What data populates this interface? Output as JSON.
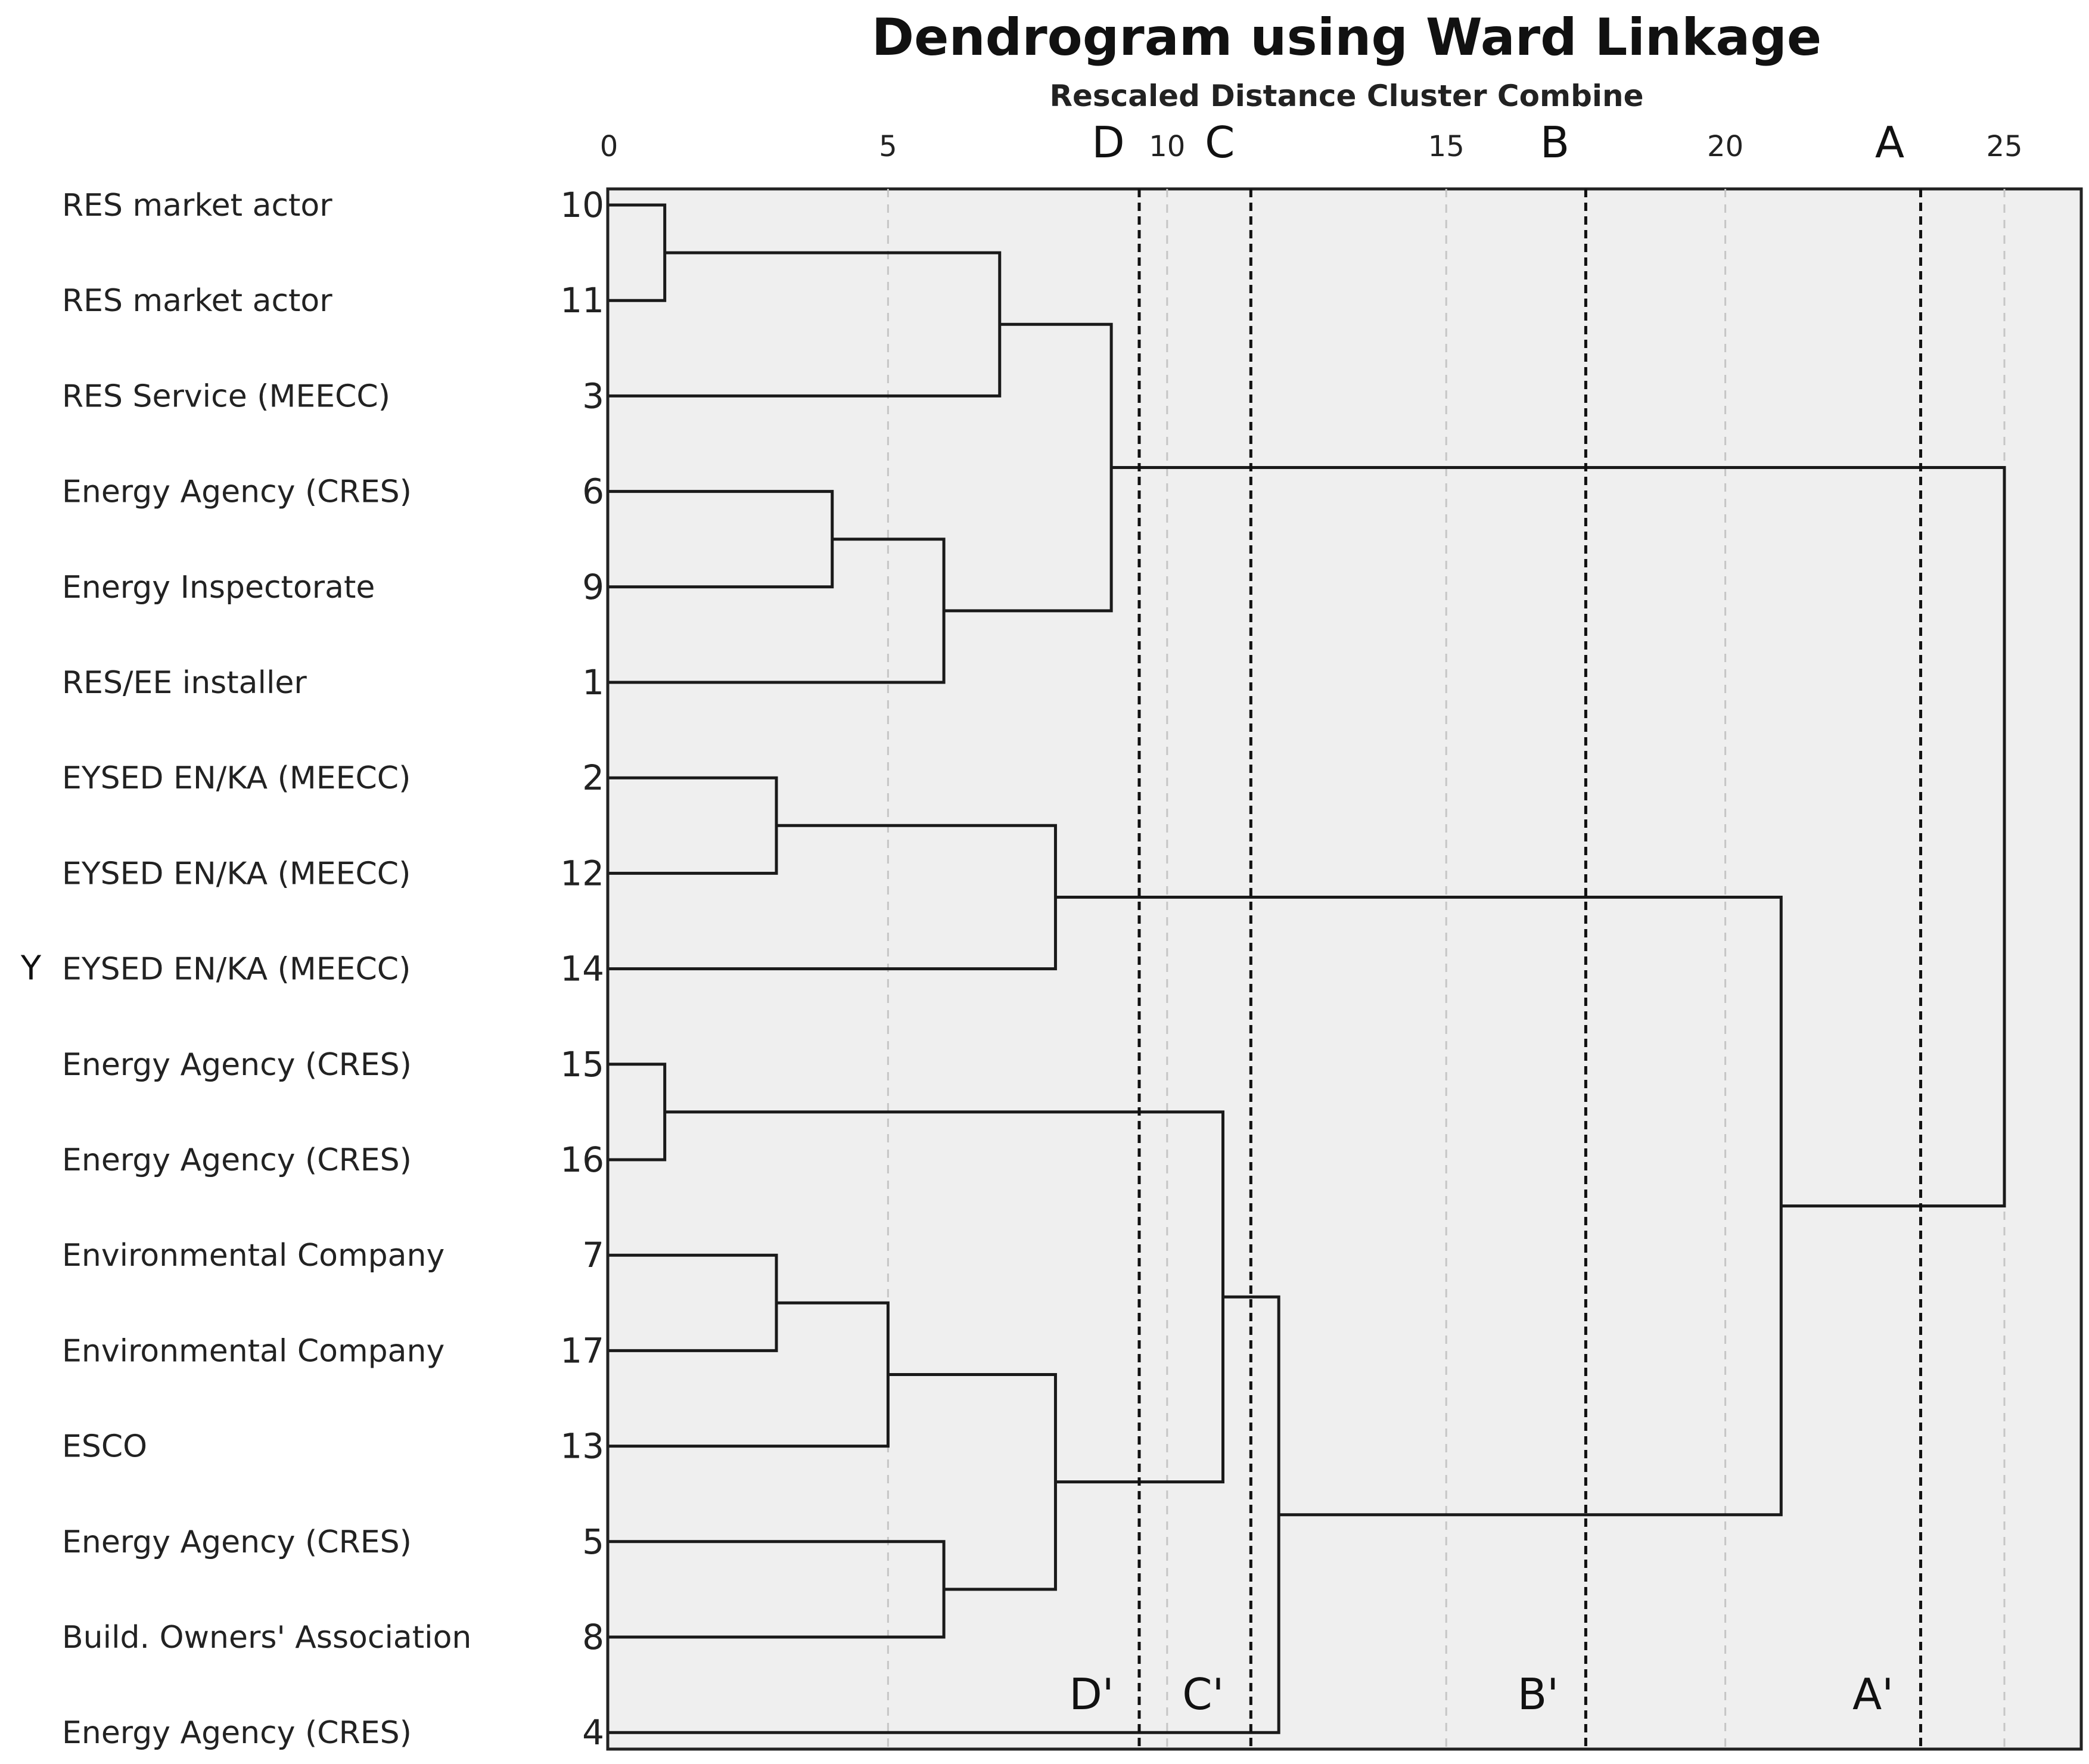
{
  "chart_data": {
    "type": "dendrogram",
    "title": "Dendrogram using Ward Linkage",
    "subtitle": "Rescaled Distance Cluster Combine",
    "xlim": [
      0,
      25
    ],
    "x_ticks": [
      0,
      5,
      10,
      15,
      20,
      25
    ],
    "grid": true,
    "leaves": [
      {
        "id": "10",
        "label": "RES market actor"
      },
      {
        "id": "11",
        "label": "RES market actor"
      },
      {
        "id": "3",
        "label": "RES Service (MEECC)"
      },
      {
        "id": "6",
        "label": "Energy Agency (CRES)"
      },
      {
        "id": "9",
        "label": "Energy Inspectorate"
      },
      {
        "id": "1",
        "label": "RES/EE installer"
      },
      {
        "id": "2",
        "label": "EYSED EN/KA (MEECC)"
      },
      {
        "id": "12",
        "label": "EYSED EN/KA (MEECC)"
      },
      {
        "id": "14",
        "label": "EYSED EN/KA (MEECC)",
        "marker": "Y"
      },
      {
        "id": "15",
        "label": "Energy Agency (CRES)"
      },
      {
        "id": "16",
        "label": "Energy Agency (CRES)"
      },
      {
        "id": "7",
        "label": "Environmental Company"
      },
      {
        "id": "17",
        "label": "Environmental Company"
      },
      {
        "id": "13",
        "label": "ESCO"
      },
      {
        "id": "5",
        "label": "Energy Agency (CRES)"
      },
      {
        "id": "8",
        "label": "Build. Owners' Association"
      },
      {
        "id": "4",
        "label": "Energy Agency (CRES)"
      }
    ],
    "merges": [
      {
        "a": "10",
        "b": "11",
        "dist": 1.0
      },
      {
        "a": "15",
        "b": "16",
        "dist": 1.0
      },
      {
        "a": "2",
        "b": "12",
        "dist": 3.0
      },
      {
        "a": "7",
        "b": "17",
        "dist": 3.0
      },
      {
        "a": "6",
        "b": "9",
        "dist": 4.0
      },
      {
        "a": "m4",
        "b": "13",
        "dist": 5.0
      },
      {
        "a": "m5",
        "b": "1",
        "dist": 6.0
      },
      {
        "a": "5",
        "b": "8",
        "dist": 6.0
      },
      {
        "a": "m1",
        "b": "3",
        "dist": 7.0
      },
      {
        "a": "m3",
        "b": "14",
        "dist": 8.0
      },
      {
        "a": "m6",
        "b": "m8",
        "dist": 8.0
      },
      {
        "a": "m9",
        "b": "m7",
        "dist": 9.0
      },
      {
        "a": "m2",
        "b": "m11",
        "dist": 11.0
      },
      {
        "a": "m13",
        "b": "4",
        "dist": 12.0
      },
      {
        "a": "m10",
        "b": "m14",
        "dist": 21.0
      },
      {
        "a": "m12",
        "b": "m15",
        "dist": 25.0
      }
    ],
    "cut_lines": [
      {
        "top_label": "D",
        "bottom_label": "D'",
        "x": 9.5
      },
      {
        "top_label": "C",
        "bottom_label": "C'",
        "x": 11.5
      },
      {
        "top_label": "B",
        "bottom_label": "B'",
        "x": 17.5
      },
      {
        "top_label": "A",
        "bottom_label": "A'",
        "x": 23.5
      }
    ]
  }
}
